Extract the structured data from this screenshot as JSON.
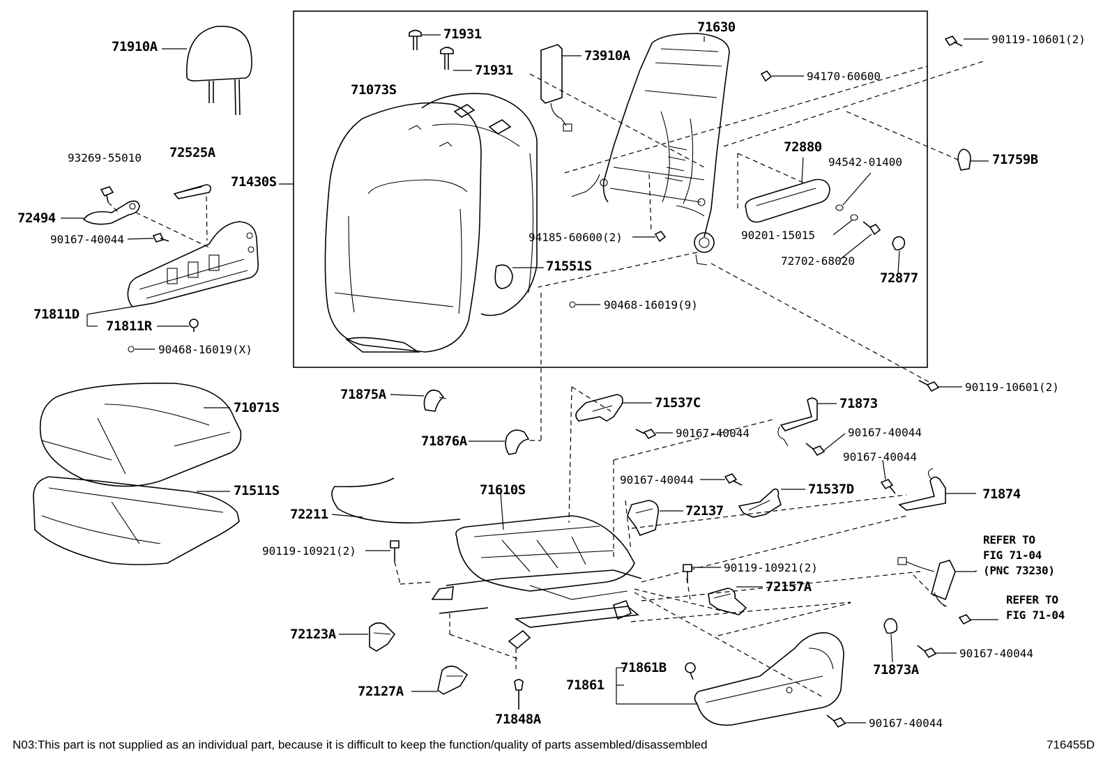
{
  "labels": {
    "p71910A": "71910A",
    "p93269": "93269-55010",
    "p72525A": "72525A",
    "p71430S": "71430S",
    "p72494": "72494",
    "p90167_a": "90167-40044",
    "p71811D": "71811D",
    "p71811R": "71811R",
    "p90468_x": "90468-16019(X)",
    "p71931_a": "71931",
    "p71931_b": "71931",
    "p71073S": "71073S",
    "p73910A": "73910A",
    "p71630": "71630",
    "p94170": "94170-60600",
    "p72880": "72880",
    "p94542": "94542-01400",
    "p94185": "94185-60600(2)",
    "p90201": "90201-15015",
    "p72702": "72702-68020",
    "p72877": "72877",
    "p71551S": "71551S",
    "p90468_9": "90468-16019(9)",
    "p90119_top": "90119-10601(2)",
    "p71759B": "71759B",
    "p90119_mid": "90119-10601(2)",
    "p71071S": "71071S",
    "p71511S": "71511S",
    "p71875A": "71875A",
    "p71876A": "71876A",
    "p71537C": "71537C",
    "p90167_b": "90167-40044",
    "p71873": "71873",
    "p90167_c": "90167-40044",
    "p90167_d": "90167-40044",
    "p90167_e": "90167-40044",
    "p71537D": "71537D",
    "p71874": "71874",
    "p72137": "72137",
    "p71610S": "71610S",
    "p72211": "72211",
    "p90119_921a": "90119-10921(2)",
    "p90119_921b": "90119-10921(2)",
    "p72157A": "72157A",
    "p72123A": "72123A",
    "p72127A": "72127A",
    "p71848A": "71848A",
    "p71861": "71861",
    "p71861B": "71861B",
    "p90167_f": "90167-40044",
    "p90167_g": "90167-40044",
    "p71873A": "71873A",
    "ref1_l1": "REFER TO",
    "ref1_l2": "FIG 71-04",
    "ref1_l3": "(PNC 73230)",
    "ref2_l1": "REFER TO",
    "ref2_l2": "FIG 71-04"
  },
  "footer": {
    "note": "N03:This part is not supplied as an individual part, because it is difficult to keep the function/quality of parts assembled/disassembled",
    "code": "716455D"
  }
}
